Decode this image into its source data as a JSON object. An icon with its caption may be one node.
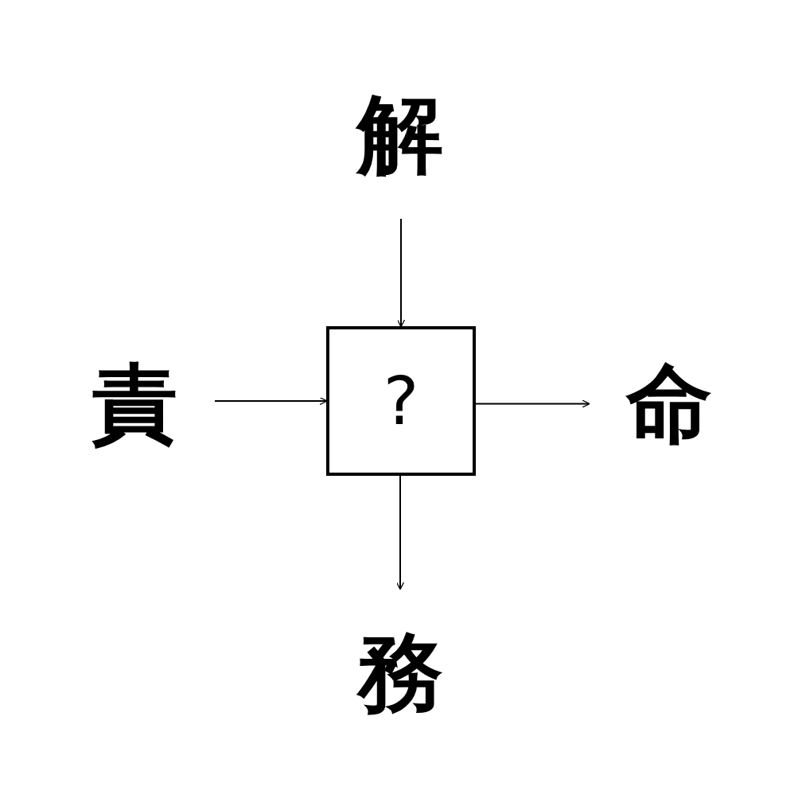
{
  "diagram": {
    "nodes": [
      {
        "text": [
          "解"
        ]
      },
      {
        "text": [
          "責"
        ]
      },
      {
        "text": [
          "?"
        ]
      },
      {
        "text": [
          "命"
        ]
      },
      {
        "text": [
          "務"
        ]
      }
    ],
    "edges": [
      {
        "from": 0,
        "to": 2,
        "arrow": "to"
      },
      {
        "from": 1,
        "to": 2,
        "arrow": "to"
      },
      {
        "from": 2,
        "to": 3,
        "arrow": "to"
      },
      {
        "from": 2,
        "to": 4,
        "arrow": "to"
      }
    ]
  }
}
